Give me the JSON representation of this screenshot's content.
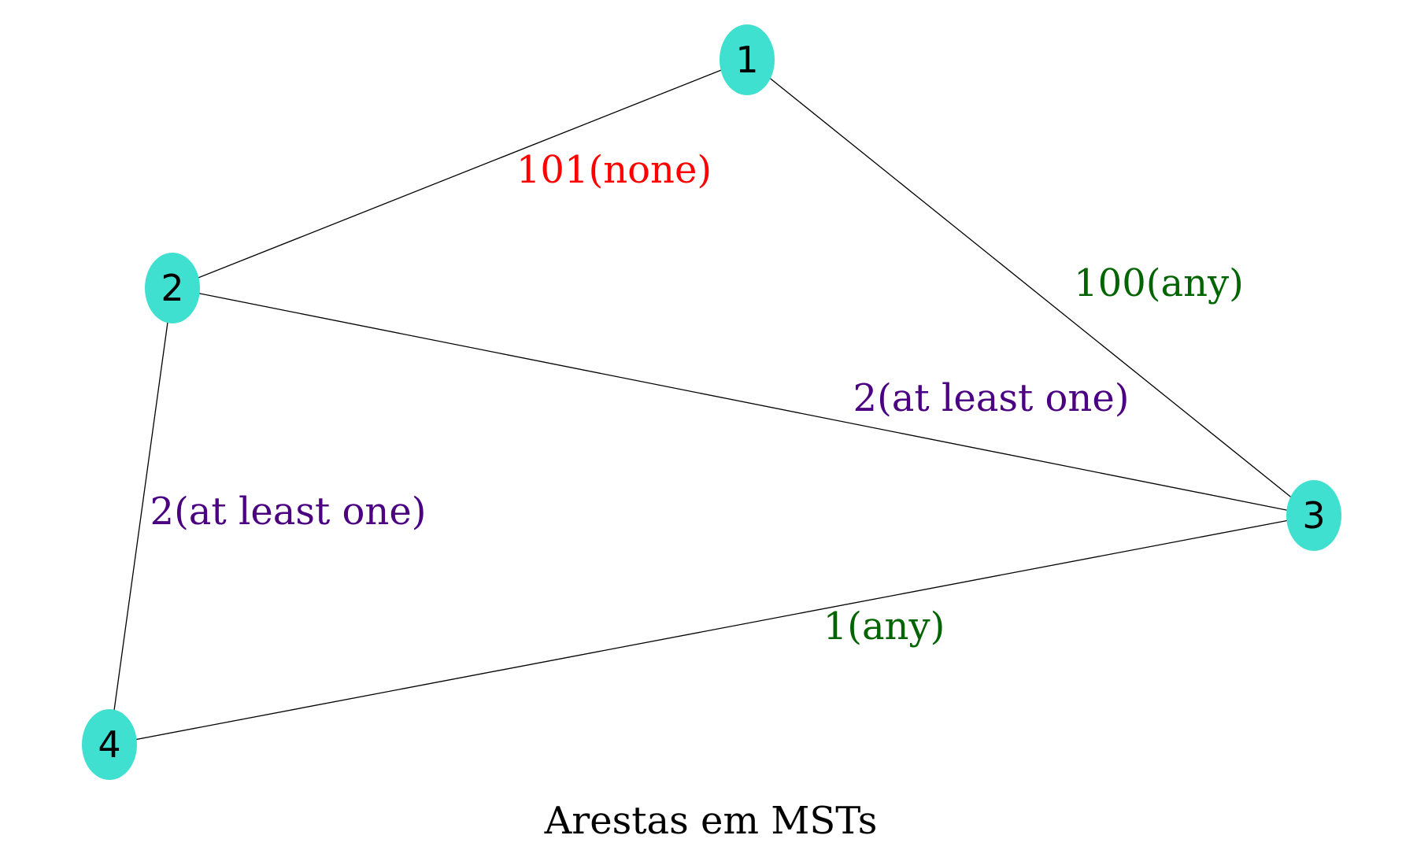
{
  "diagram": {
    "title": "Arestas em MSTs",
    "node_color": "#40e0d0",
    "nodes": [
      {
        "id": "1",
        "label": "1"
      },
      {
        "id": "2",
        "label": "2"
      },
      {
        "id": "3",
        "label": "3"
      },
      {
        "id": "4",
        "label": "4"
      }
    ],
    "edges": [
      {
        "from": "1",
        "to": "2",
        "label": "101(none)",
        "label_color": "#ff0000"
      },
      {
        "from": "1",
        "to": "3",
        "label": "100(any)",
        "label_color": "#006400"
      },
      {
        "from": "2",
        "to": "3",
        "label": "2(at least one)",
        "label_color": "#4b0082"
      },
      {
        "from": "2",
        "to": "4",
        "label": "2(at least one)",
        "label_color": "#4b0082"
      },
      {
        "from": "3",
        "to": "4",
        "label": "1(any)",
        "label_color": "#006400"
      }
    ]
  }
}
